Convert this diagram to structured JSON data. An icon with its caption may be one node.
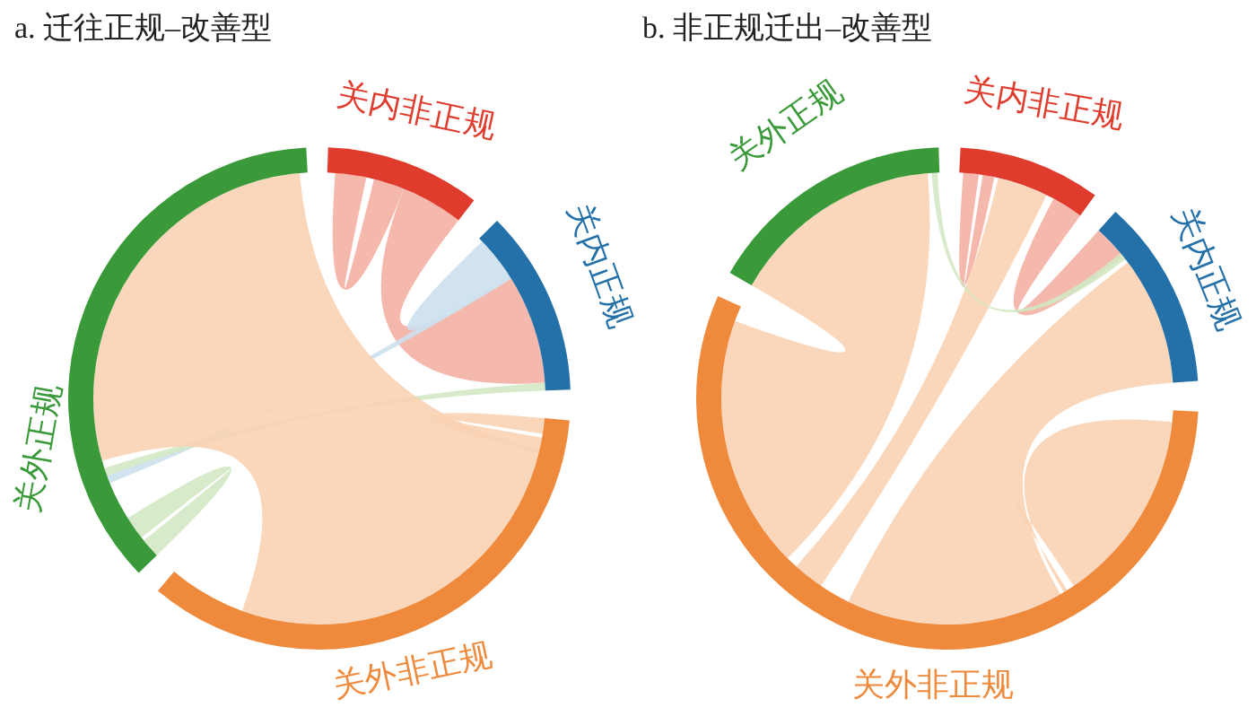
{
  "diagram": {
    "nodes": [
      {
        "text": [
          "a. 迁往正规–改善型"
        ]
      },
      {
        "text": [
          "关内非正规"
        ],
        "in": 0
      },
      {
        "text": [
          "关内正规"
        ],
        "in": 0
      },
      {
        "text": [
          "关外正规"
        ],
        "in": 0
      },
      {
        "text": [
          "关外非正规"
        ],
        "in": 0
      },
      {
        "text": [
          "b. 非正规迁出–改善型"
        ]
      },
      {
        "text": [
          "关外正规"
        ],
        "in": 5
      },
      {
        "text": [
          "关内非正规"
        ],
        "in": 5
      },
      {
        "text": [
          "关内正规"
        ],
        "in": 5
      },
      {
        "text": [
          "关外非正规"
        ],
        "in": 5
      }
    ],
    "edges": [
      {
        "from": 1,
        "to": 1,
        "arrow": "none"
      },
      {
        "from": 1,
        "to": 2,
        "arrow": "none"
      },
      {
        "from": 2,
        "to": 2,
        "arrow": "none"
      },
      {
        "from": 2,
        "to": 3,
        "arrow": "none"
      },
      {
        "from": 3,
        "to": 2,
        "arrow": "none"
      },
      {
        "from": 4,
        "to": 3,
        "arrow": "none"
      },
      {
        "from": 4,
        "to": 4,
        "arrow": "none"
      },
      {
        "from": 3,
        "to": 3,
        "arrow": "none"
      },
      {
        "from": 9,
        "to": 6,
        "arrow": "none"
      },
      {
        "from": 7,
        "to": 7,
        "arrow": "none"
      },
      {
        "from": 9,
        "to": 7,
        "arrow": "none"
      },
      {
        "from": 7,
        "to": 8,
        "arrow": "none"
      },
      {
        "from": 6,
        "to": 8,
        "arrow": "none"
      },
      {
        "from": 9,
        "to": 8,
        "arrow": "none"
      },
      {
        "from": 9,
        "to": 9,
        "arrow": "none"
      }
    ]
  }
}
